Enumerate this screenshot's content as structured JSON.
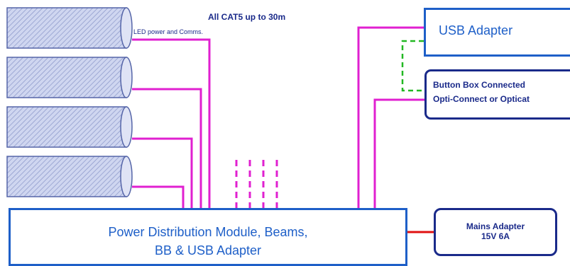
{
  "diagram": {
    "title": "All CAT5 up to 30m",
    "cable_note": "LED power and Comms.",
    "usb_adapter": "USB Adapter",
    "button_box": {
      "line1": "Button Box Connected",
      "line2": "Opti-Connect or Opticat"
    },
    "mains_adapter": {
      "line1": "Mains Adapter",
      "line2": "15V 6A"
    },
    "power_module": {
      "line1": "Power Distribution Module, Beams,",
      "line2": "BB & USB Adapter"
    },
    "beam_count": 4,
    "colors": {
      "cable": "#e020d0",
      "power": "#e01010",
      "link": "#22b822",
      "box_border": "#1a2a8a",
      "box_accent": "#1e5fc8"
    }
  }
}
